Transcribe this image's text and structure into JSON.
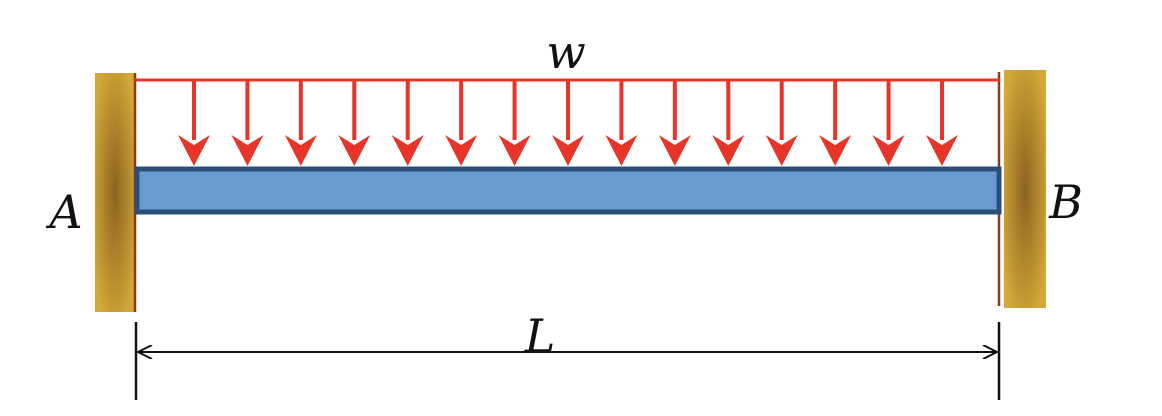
{
  "labels": {
    "load": "w",
    "support_left": "A",
    "support_right": "B",
    "length": "L"
  },
  "load": {
    "arrow_count": 15,
    "color": "#e8352a"
  },
  "colors": {
    "beam_fill": "#6a9bd1",
    "beam_edge": "#2c4f78",
    "wall": "#c9a035",
    "wall_dark": "#8a6420",
    "dimension": "#111111"
  }
}
